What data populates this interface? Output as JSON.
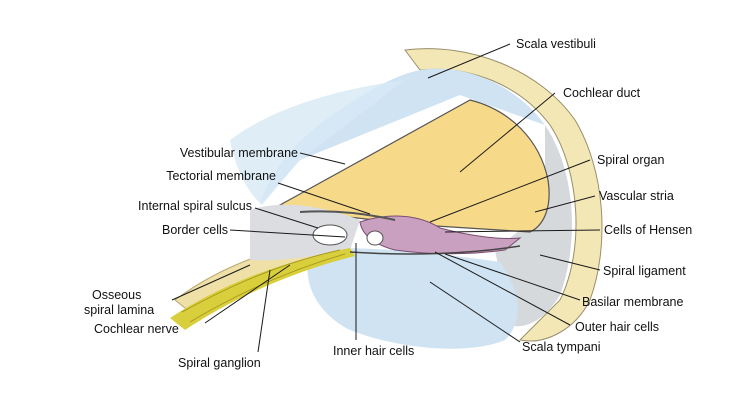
{
  "labels": {
    "scala_vestibuli": "Scala vestibuli",
    "cochlear_duct": "Cochlear duct",
    "vestibular_membrane": "Vestibular membrane",
    "spiral_organ": "Spiral organ",
    "tectorial_membrane": "Tectorial membrane",
    "vascular_stria": "Vascular stria",
    "internal_spiral_sulcus": "Internal spiral sulcus",
    "border_cells": "Border cells",
    "cells_of_hensen": "Cells of Hensen",
    "spiral_ligament": "Spiral ligament",
    "osseous_spiral_lamina_1": "Osseous",
    "osseous_spiral_lamina_2": "spiral lamina",
    "basilar_membrane": "Basilar membrane",
    "cochlear_nerve": "Cochlear nerve",
    "outer_hair_cells": "Outer hair cells",
    "inner_hair_cells": "Inner hair cells",
    "scala_tympani": "Scala tympani",
    "spiral_ganglion": "Spiral ganglion"
  },
  "colors": {
    "cochlear_duct_fill": "#f7d98a",
    "scala_fill": "#cfe3f2",
    "bone_fill": "#f3e7b5",
    "ligament_fill": "#d6d9dc",
    "organ_fill": "#c9a0bf",
    "nerve_fill": "#d9cf3c",
    "line_color": "#1a1a1a"
  }
}
